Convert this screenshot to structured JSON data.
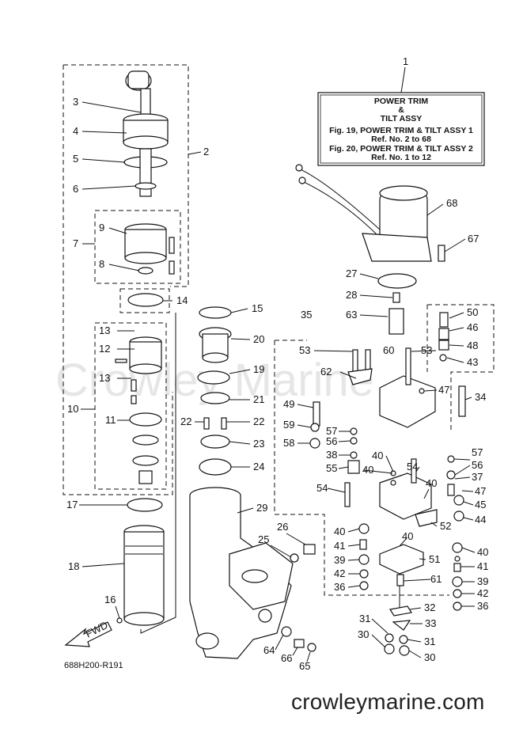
{
  "legend": {
    "callout": "1",
    "line1": "POWER TRIM",
    "line2": "&",
    "line3": "TILT ASSY",
    "line4": "Fig. 19, POWER TRIM & TILT ASSY 1",
    "line5": "Ref. No. 2 to 68",
    "line6": "Fig. 20, POWER TRIM & TILT ASSY 2",
    "line7": "Ref. No. 1 to 12"
  },
  "watermark": "Crowley Marine",
  "fwd_label": "FWD",
  "diagram_code": "688H200-R191",
  "site": "crowleymarine.com",
  "callouts": [
    {
      "id": "2",
      "label": "2"
    },
    {
      "id": "3",
      "label": "3"
    },
    {
      "id": "4",
      "label": "4"
    },
    {
      "id": "5",
      "label": "5"
    },
    {
      "id": "6",
      "label": "6"
    },
    {
      "id": "7",
      "label": "7"
    },
    {
      "id": "8",
      "label": "8"
    },
    {
      "id": "9",
      "label": "9"
    },
    {
      "id": "10",
      "label": "10"
    },
    {
      "id": "11",
      "label": "11"
    },
    {
      "id": "12",
      "label": "12"
    },
    {
      "id": "13a",
      "label": "13"
    },
    {
      "id": "13b",
      "label": "13"
    },
    {
      "id": "14",
      "label": "14"
    },
    {
      "id": "15",
      "label": "15"
    },
    {
      "id": "16",
      "label": "16"
    },
    {
      "id": "17",
      "label": "17"
    },
    {
      "id": "18",
      "label": "18"
    },
    {
      "id": "19",
      "label": "19"
    },
    {
      "id": "20",
      "label": "20"
    },
    {
      "id": "21",
      "label": "21"
    },
    {
      "id": "22a",
      "label": "22"
    },
    {
      "id": "22b",
      "label": "22"
    },
    {
      "id": "23",
      "label": "23"
    },
    {
      "id": "24",
      "label": "24"
    },
    {
      "id": "25",
      "label": "25"
    },
    {
      "id": "26",
      "label": "26"
    },
    {
      "id": "27",
      "label": "27"
    },
    {
      "id": "28",
      "label": "28"
    },
    {
      "id": "29",
      "label": "29"
    },
    {
      "id": "30a",
      "label": "30"
    },
    {
      "id": "30b",
      "label": "30"
    },
    {
      "id": "31a",
      "label": "31"
    },
    {
      "id": "31b",
      "label": "31"
    },
    {
      "id": "32",
      "label": "32"
    },
    {
      "id": "33",
      "label": "33"
    },
    {
      "id": "34",
      "label": "34"
    },
    {
      "id": "35",
      "label": "35"
    },
    {
      "id": "36a",
      "label": "36"
    },
    {
      "id": "36b",
      "label": "36"
    },
    {
      "id": "37",
      "label": "37"
    },
    {
      "id": "38",
      "label": "38"
    },
    {
      "id": "39a",
      "label": "39"
    },
    {
      "id": "39b",
      "label": "39"
    },
    {
      "id": "40a",
      "label": "40"
    },
    {
      "id": "40b",
      "label": "40"
    },
    {
      "id": "40c",
      "label": "40"
    },
    {
      "id": "40d",
      "label": "40"
    },
    {
      "id": "40e",
      "label": "40"
    },
    {
      "id": "40f",
      "label": "40"
    },
    {
      "id": "41a",
      "label": "41"
    },
    {
      "id": "41b",
      "label": "41"
    },
    {
      "id": "42a",
      "label": "42"
    },
    {
      "id": "42b",
      "label": "42"
    },
    {
      "id": "43",
      "label": "43"
    },
    {
      "id": "44",
      "label": "44"
    },
    {
      "id": "45",
      "label": "45"
    },
    {
      "id": "46",
      "label": "46"
    },
    {
      "id": "47a",
      "label": "47"
    },
    {
      "id": "47b",
      "label": "47"
    },
    {
      "id": "48",
      "label": "48"
    },
    {
      "id": "49",
      "label": "49"
    },
    {
      "id": "50",
      "label": "50"
    },
    {
      "id": "51",
      "label": "51"
    },
    {
      "id": "52",
      "label": "52"
    },
    {
      "id": "53a",
      "label": "53"
    },
    {
      "id": "53b",
      "label": "53"
    },
    {
      "id": "54a",
      "label": "54"
    },
    {
      "id": "54b",
      "label": "54"
    },
    {
      "id": "55",
      "label": "55"
    },
    {
      "id": "56a",
      "label": "56"
    },
    {
      "id": "56b",
      "label": "56"
    },
    {
      "id": "57a",
      "label": "57"
    },
    {
      "id": "57b",
      "label": "57"
    },
    {
      "id": "58",
      "label": "58"
    },
    {
      "id": "59",
      "label": "59"
    },
    {
      "id": "60",
      "label": "60"
    },
    {
      "id": "61",
      "label": "61"
    },
    {
      "id": "62",
      "label": "62"
    },
    {
      "id": "63",
      "label": "63"
    },
    {
      "id": "64",
      "label": "64"
    },
    {
      "id": "65",
      "label": "65"
    },
    {
      "id": "66",
      "label": "66"
    },
    {
      "id": "67",
      "label": "67"
    },
    {
      "id": "68",
      "label": "68"
    }
  ]
}
